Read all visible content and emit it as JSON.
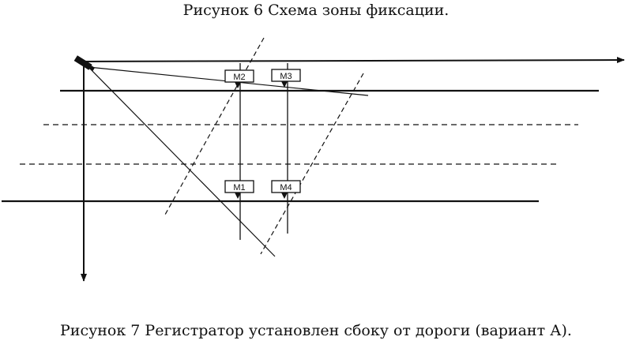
{
  "figure_top": {
    "caption": "Рисунок 6 Схема зоны фиксации."
  },
  "figure_bottom": {
    "caption": "Рисунок 7 Регистратор установлен сбоку от дороги (вариант А)."
  },
  "markers": [
    {
      "id": "m2",
      "label": "M2"
    },
    {
      "id": "m3",
      "label": "M3"
    },
    {
      "id": "m1",
      "label": "M1"
    },
    {
      "id": "m4",
      "label": "M4"
    }
  ],
  "colors": {
    "line": "#111111",
    "background": "#ffffff"
  }
}
